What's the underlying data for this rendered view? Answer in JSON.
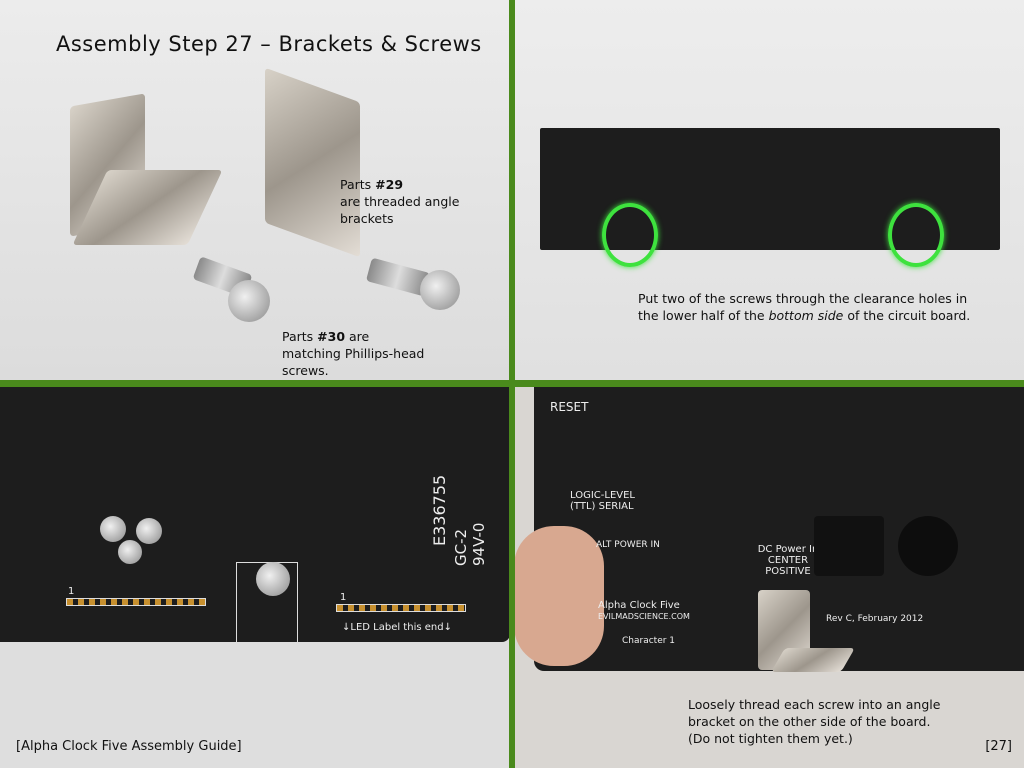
{
  "title": "Assembly Step 27 – Brackets & Screws",
  "captions": {
    "brackets_prefix": "Parts ",
    "brackets_part": "#29",
    "brackets_rest": " are threaded angle brackets",
    "screws_prefix": "Parts ",
    "screws_part": "#30",
    "screws_rest": " are matching Phillips-head screws.",
    "holes_line1": "Put two of the screws through the clearance holes in",
    "holes_line2_a": "the lower half of the ",
    "holes_line2_em": "bottom side",
    "holes_line2_b": " of the circuit board.",
    "thread_line1": "Loosely thread each screw into an angle",
    "thread_line2": "bracket on the other side of the board.",
    "thread_line3": "(Do not tighten them yet.)"
  },
  "pcb_bottom": {
    "code1": "E336755",
    "code2": "GC-2 94V-0",
    "pin1": "1",
    "led_label": "↓LED Label this end↓"
  },
  "pcb_top": {
    "reset": "RESET",
    "serial": "LOGIC-LEVEL (TTL) SERIAL",
    "alt_power": "ALT POWER IN",
    "dc_power": "DC Power In CENTER POSITIVE",
    "brand": "Alpha Clock Five",
    "site": "EVILMADSCIENCE.COM",
    "rev": "Rev C, February 2012",
    "character": "Character 1"
  },
  "footer": {
    "guide": "[Alpha Clock Five Assembly Guide]",
    "page": "[27]"
  }
}
